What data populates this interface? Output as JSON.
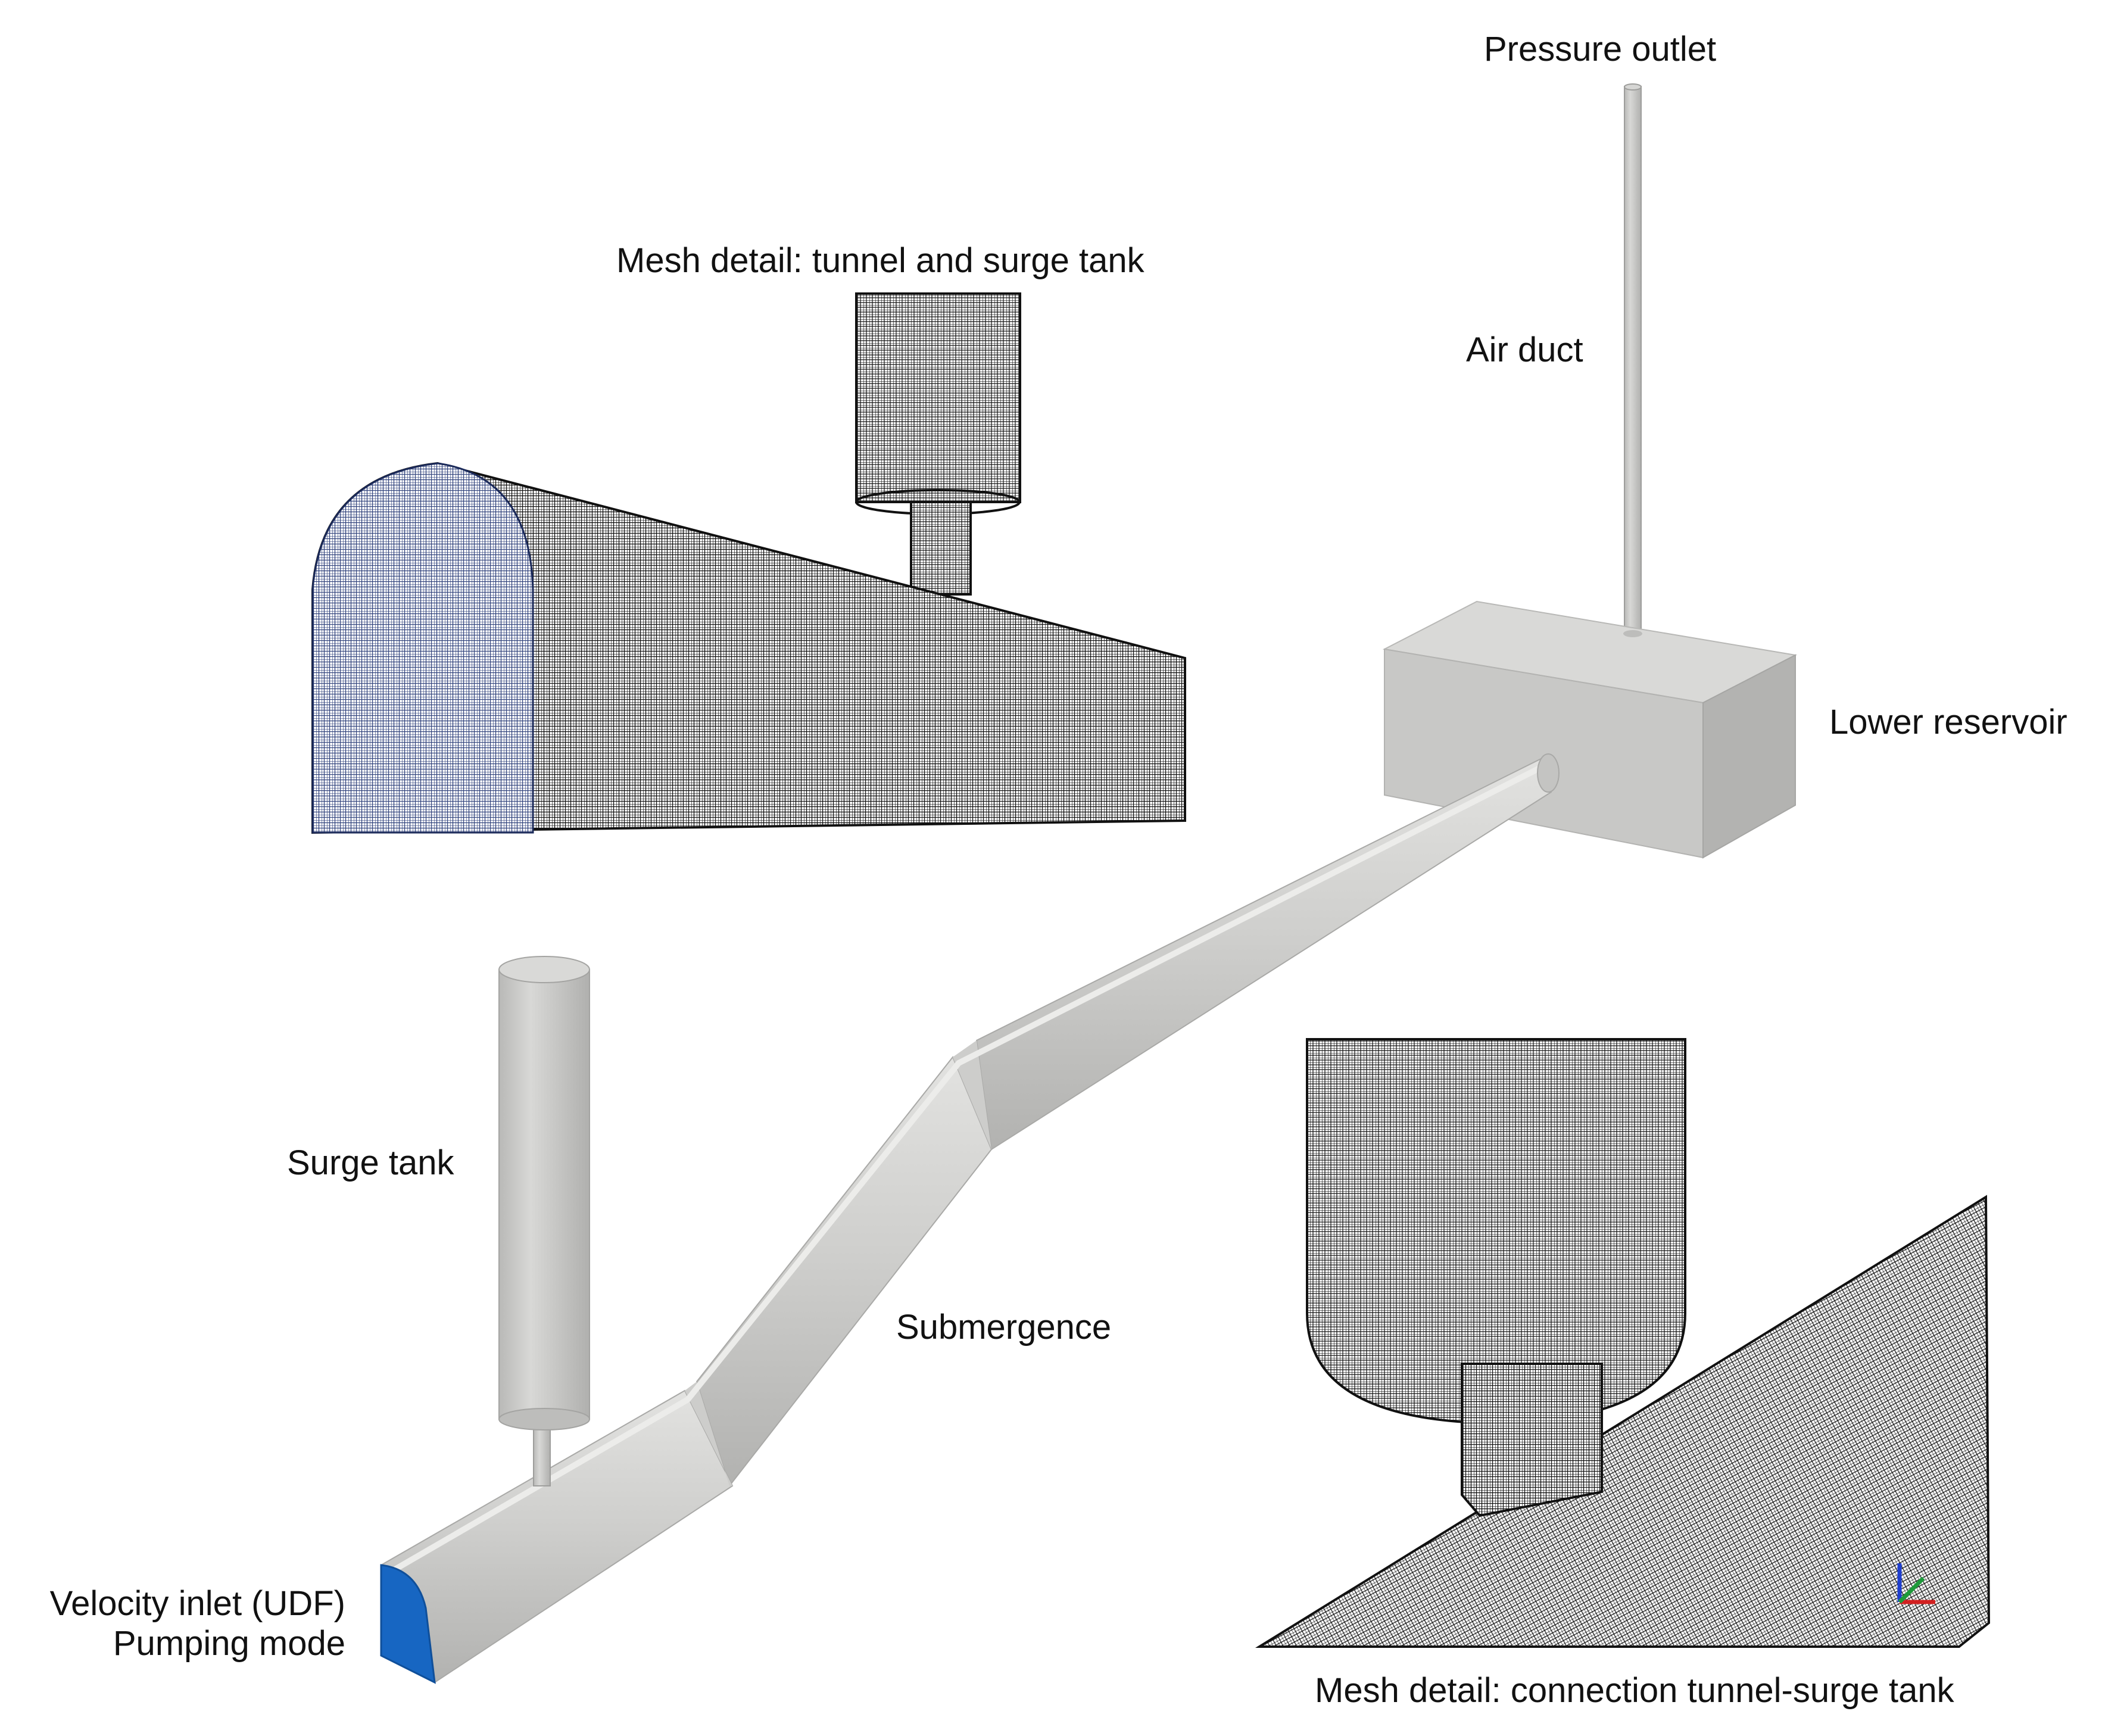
{
  "labels": {
    "pressure_outlet": "Pressure outlet",
    "mesh_detail_top": "Mesh detail: tunnel and surge tank",
    "air_duct": "Air duct",
    "lower_reservoir": "Lower reservoir",
    "surge_tank": "Surge tank",
    "submergence": "Submergence",
    "velocity_inlet_line1": "Velocity inlet (UDF)",
    "velocity_inlet_line2": "Pumping mode",
    "mesh_detail_bottom": "Mesh detail: connection tunnel-surge tank"
  },
  "colors": {
    "solid_fill": "#c9c9c7",
    "solid_shade": "#b3b3b1",
    "solid_light": "#dcdcda",
    "inlet_face": "#1766c2",
    "mesh_line": "#111111",
    "mesh_inlet_tint": "#3a4f8f",
    "text": "#111111"
  }
}
